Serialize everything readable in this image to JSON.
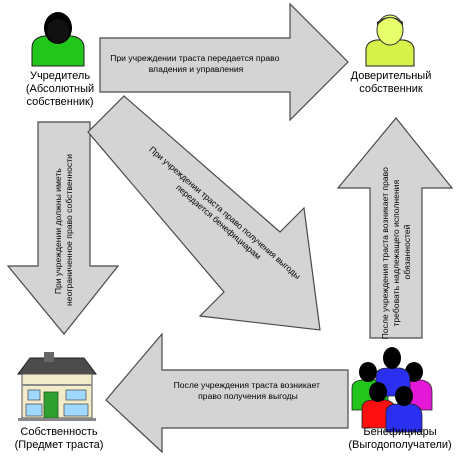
{
  "nodes": {
    "founder": {
      "line1": "Учредитель",
      "line2": "(Абсолютный",
      "line3": "собственник)"
    },
    "trustee": {
      "line1": "Доверительный",
      "line2": "собственник"
    },
    "property": {
      "line1": "Собственность",
      "line2": "(Предмет траста)"
    },
    "beneficiaries": {
      "line1": "Бенефициары",
      "line2": "(Выгодополучатели)"
    }
  },
  "arrows": {
    "founder_to_trustee": {
      "line1": "При учреждении траста передается право",
      "line2": "владения и управления"
    },
    "founder_to_beneficiaries": {
      "line1": "При учреждении траста право получения выгоды",
      "line2": "передается бенефициарам"
    },
    "founder_to_property": {
      "line1": "При учреждении должны иметь",
      "line2": "неограниченное право собственности"
    },
    "beneficiaries_to_trustee": {
      "line1": "После учреждения траста возникает право",
      "line2": "требовать надлежащего исполнения",
      "line3": "обязанностей"
    },
    "beneficiaries_to_property": {
      "line1": "После учреждения траста возникает",
      "line2": "право получения выгоды"
    }
  },
  "colors": {
    "founder_person": "#22c51c",
    "trustee_person": "#d7f24a",
    "beneficiary_front": "#2b2ff0",
    "beneficiary_green": "#22c51c",
    "beneficiary_red": "#ff1010",
    "beneficiary_magenta": "#e418d8",
    "arrow_fill": "#d4d4d4",
    "house_wall": "#f3eccb",
    "house_roof": "#4c4c4c",
    "house_door": "#2fa02f"
  }
}
